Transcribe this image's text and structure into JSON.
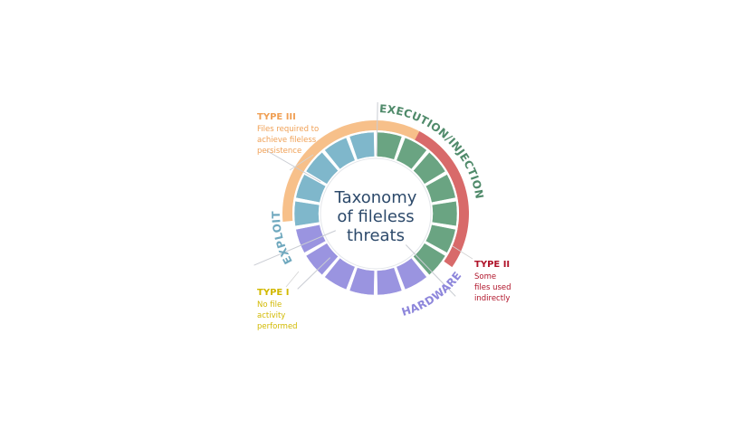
{
  "center_title": [
    "Taxonomy",
    "of fileless",
    "threats"
  ],
  "categories": {
    "execution": "EXECUTION/INJECTION",
    "exploit": "EXPLOIT",
    "hardware": "HARDWARE"
  },
  "types": {
    "type3": {
      "title": "TYPE III",
      "lines": [
        "Files required to",
        "achieve fileless",
        "persistence"
      ]
    },
    "type2": {
      "title": "TYPE II",
      "lines": [
        "Some",
        "files used",
        "indirectly"
      ]
    },
    "type1": {
      "title": "TYPE I",
      "lines": [
        "No file",
        "activity",
        "performed"
      ]
    }
  },
  "colors": {
    "green": "#6aa482",
    "purple": "#9a94e0",
    "blue": "#7fb7cb",
    "orange": "#f7c08a",
    "yellow": "#d8d24e",
    "red": "#d86a6a",
    "title": "#2d4a6b"
  }
}
